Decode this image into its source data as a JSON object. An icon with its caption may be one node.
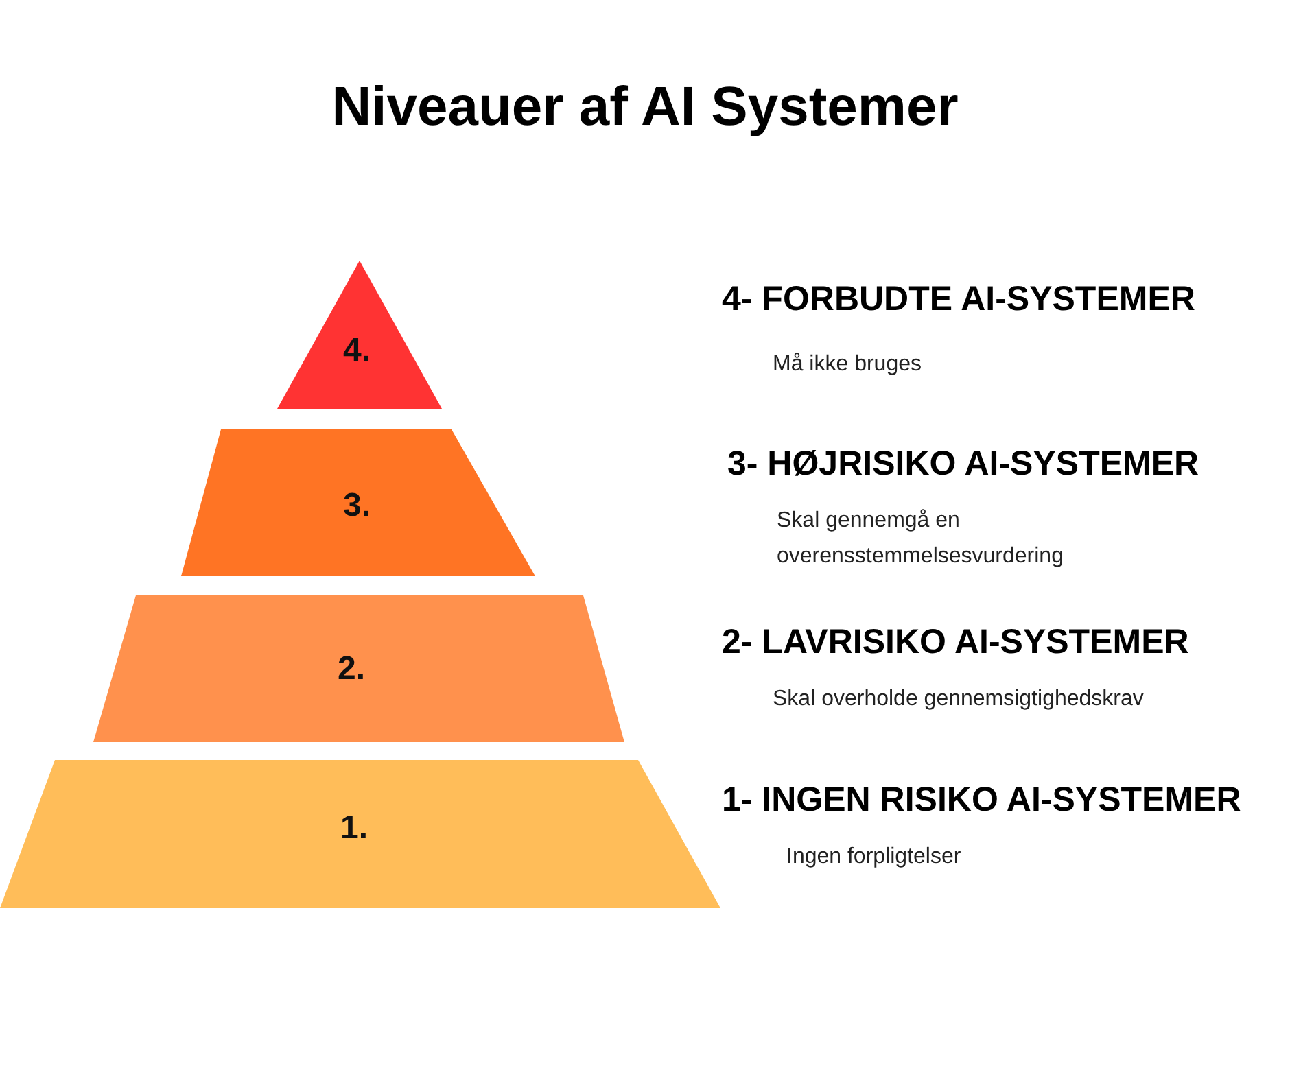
{
  "diagram": {
    "title": "Niveauer af AI Systemer",
    "nodes": [
      {
        "text": [
          "4."
        ],
        "beside": [
          "4- FORBUDTE AI-SYSTEMER",
          "Må ikke bruges"
        ]
      },
      {
        "text": [
          "3."
        ],
        "beside": [
          "3- HØJRISIKO AI-SYSTEMER",
          "Skal gennemgå en overensstemmelsesvurdering"
        ]
      },
      {
        "text": [
          "2."
        ],
        "beside": [
          "2- LAVRISIKO AI-SYSTEMER",
          "Skal overholde gennemsigtighedskrav"
        ]
      },
      {
        "text": [
          "1."
        ],
        "beside": [
          "1- INGEN RISIKO AI-SYSTEMER",
          "Ingen forpligtelser"
        ]
      }
    ]
  }
}
